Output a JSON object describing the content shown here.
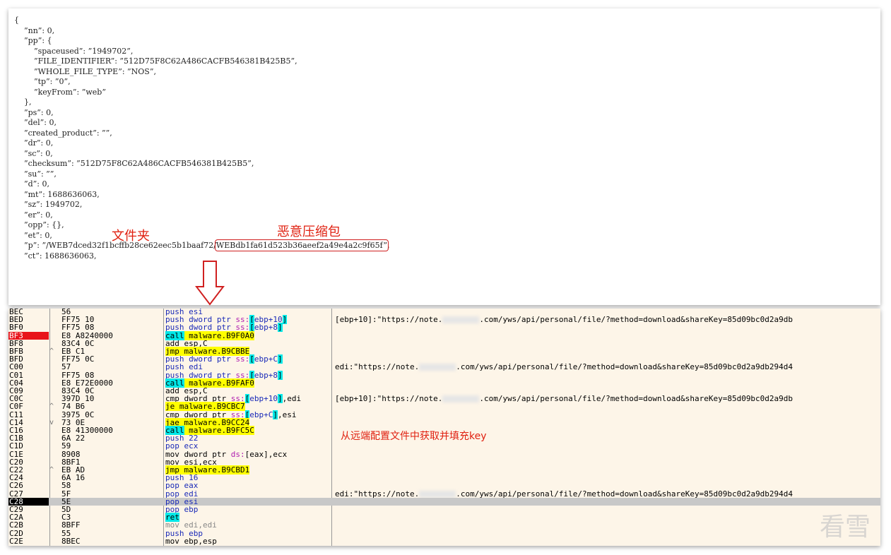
{
  "json_view": {
    "lines": [
      "{",
      "    ”nn”: 0,",
      "    ”pp”: {",
      "        ”spaceused”: ”1949702”,",
      "        ”FILE_IDENTIFIER”: ”512D75F8C62A486CACFB546381B425B5”,",
      "        ”WHOLE_FILE_TYPE”: ”NOS”,",
      "        ”tp”: ”0”,",
      "        ”keyFrom”: ”web”",
      "    },",
      "    ”ps”: 0,",
      "    ”del”: 0,",
      "    ”created_product”: ””,",
      "    ”dr”: 0,",
      "    ”sc”: 0,",
      "    ”checksum”: ”512D75F8C62A486CACFB546381B425B5”,",
      "    ”su”: ””,",
      "    ”d”: 0,",
      "    ”mt”: 1688636063,",
      "    ”sz”: 1949702,",
      "    ”er”: 0,",
      "    ”opp”: {},",
      "    ”et”: 0,"
    ],
    "p_line": {
      "prefix": "    ”p”: ”/WEB7dced32f1bcffb28ce62eec5b1baaf72/",
      "boxed": "WEBdb1fa61d523b36aeef2a49e4a2c9f65f”",
      "suffix": ","
    },
    "ct_line": "    ”ct”: 1688636063,",
    "annotation_folder": "文件夹",
    "annotation_archive": "恶意压缩包"
  },
  "debugger": {
    "annotation": "从远端配置文件中获取并填充key",
    "watermark": "看雪",
    "rows": [
      {
        "addr": "BEC",
        "arrow": "",
        "bytes": "56",
        "asm": [
          [
            "push esi",
            "kw-blue"
          ]
        ],
        "cmt": []
      },
      {
        "addr": "BED",
        "arrow": "",
        "bytes": "FF75 10",
        "asm": [
          [
            "push dword ptr ",
            "kw-blue"
          ],
          [
            "ss:",
            "kw-mag"
          ],
          [
            "[",
            "hl-c"
          ],
          [
            "ebp+10",
            "kw-blue"
          ],
          [
            "]",
            "hl-c"
          ]
        ],
        "cmt": [
          [
            "[ebp+10]:\"https://note.",
            ""
          ],
          [
            "BLUR",
            ""
          ],
          [
            ".com/yws/api/personal/file/?method=download&shareKey=85d09bc0d2a9db",
            ""
          ]
        ]
      },
      {
        "addr": "BF0",
        "arrow": "",
        "bytes": "FF75 08",
        "asm": [
          [
            "push dword ptr ",
            "kw-blue"
          ],
          [
            "ss:",
            "kw-mag"
          ],
          [
            "[",
            "hl-c"
          ],
          [
            "ebp+8",
            "kw-blue"
          ],
          [
            "]",
            "hl-c"
          ]
        ],
        "cmt": []
      },
      {
        "addr": "BF3",
        "arrow": "",
        "bytes": "E8 A8240000",
        "asm": [
          [
            "call",
            "hl-c"
          ],
          [
            " malware.B9F0A0",
            "hl-y"
          ]
        ],
        "cmt": [],
        "mark": "bp"
      },
      {
        "addr": "BF8",
        "arrow": "",
        "bytes": "83C4 0C",
        "asm": [
          [
            "add esp,C",
            ""
          ]
        ],
        "cmt": []
      },
      {
        "addr": "BFB",
        "arrow": "^",
        "bytes": "EB C1",
        "asm": [
          [
            "jmp malware.B9CBBE",
            "hl-y"
          ]
        ],
        "cmt": []
      },
      {
        "addr": "BFD",
        "arrow": "",
        "bytes": "FF75 0C",
        "asm": [
          [
            "push dword ptr ",
            "kw-blue"
          ],
          [
            "ss:",
            "kw-mag"
          ],
          [
            "[",
            "hl-c"
          ],
          [
            "ebp+C",
            "kw-blue"
          ],
          [
            "]",
            "hl-c"
          ]
        ],
        "cmt": []
      },
      {
        "addr": "C00",
        "arrow": "",
        "bytes": "57",
        "asm": [
          [
            "push edi",
            "kw-blue"
          ]
        ],
        "cmt": [
          [
            "edi:\"https://note.",
            ""
          ],
          [
            "BLUR",
            ""
          ],
          [
            ".com/yws/api/personal/file/?method=download&shareKey=85d09bc0d2a9db294d4",
            ""
          ]
        ]
      },
      {
        "addr": "C01",
        "arrow": "",
        "bytes": "FF75 08",
        "asm": [
          [
            "push dword ptr ",
            "kw-blue"
          ],
          [
            "ss:",
            "kw-mag"
          ],
          [
            "[",
            "hl-c"
          ],
          [
            "ebp+8",
            "kw-blue"
          ],
          [
            "]",
            "hl-c"
          ]
        ],
        "cmt": []
      },
      {
        "addr": "C04",
        "arrow": "",
        "bytes": "E8 E72E0000",
        "asm": [
          [
            "call",
            "hl-c"
          ],
          [
            " malware.B9FAF0",
            "hl-y"
          ]
        ],
        "cmt": []
      },
      {
        "addr": "C09",
        "arrow": "",
        "bytes": "83C4 0C",
        "asm": [
          [
            "add esp,C",
            ""
          ]
        ],
        "cmt": []
      },
      {
        "addr": "C0C",
        "arrow": "",
        "bytes": "397D 10",
        "asm": [
          [
            "cmp dword ptr ",
            ""
          ],
          [
            "ss:",
            "kw-mag"
          ],
          [
            "[",
            "hl-c"
          ],
          [
            "ebp+10",
            "kw-blue"
          ],
          [
            "]",
            "hl-c"
          ],
          [
            ",edi",
            ""
          ]
        ],
        "cmt": [
          [
            "[ebp+10]:\"https://note.",
            ""
          ],
          [
            "BLUR",
            ""
          ],
          [
            ".com/yws/api/personal/file/?method=download&shareKey=85d09bc0d2a9db",
            ""
          ]
        ]
      },
      {
        "addr": "C0F",
        "arrow": "^",
        "bytes": "74 B6",
        "asm": [
          [
            "je malware.B9CBC7",
            "hl-y"
          ]
        ],
        "cmt": []
      },
      {
        "addr": "C11",
        "arrow": "",
        "bytes": "3975 0C",
        "asm": [
          [
            "cmp dword ptr ",
            ""
          ],
          [
            "ss:",
            "kw-mag"
          ],
          [
            "[",
            "hl-c"
          ],
          [
            "ebp+C",
            "kw-blue"
          ],
          [
            "]",
            "hl-c"
          ],
          [
            ",esi",
            ""
          ]
        ],
        "cmt": []
      },
      {
        "addr": "C14",
        "arrow": "v",
        "bytes": "73 0E",
        "asm": [
          [
            "jae malware.B9CC24",
            "hl-y"
          ]
        ],
        "cmt": []
      },
      {
        "addr": "C16",
        "arrow": "",
        "bytes": "E8 41300000",
        "asm": [
          [
            "call",
            "hl-c"
          ],
          [
            " malware.B9FC5C",
            "hl-y"
          ]
        ],
        "cmt": []
      },
      {
        "addr": "C1B",
        "arrow": "",
        "bytes": "6A 22",
        "asm": [
          [
            "push 22",
            "kw-blue"
          ]
        ],
        "cmt": []
      },
      {
        "addr": "C1D",
        "arrow": "",
        "bytes": "59",
        "asm": [
          [
            "pop ecx",
            "kw-blue"
          ]
        ],
        "cmt": []
      },
      {
        "addr": "C1E",
        "arrow": "",
        "bytes": "8908",
        "asm": [
          [
            "mov dword ptr ",
            ""
          ],
          [
            "ds:",
            "kw-mag"
          ],
          [
            "[eax],ecx",
            ""
          ]
        ],
        "cmt": []
      },
      {
        "addr": "C20",
        "arrow": "",
        "bytes": "8BF1",
        "asm": [
          [
            "mov esi,ecx",
            ""
          ]
        ],
        "cmt": []
      },
      {
        "addr": "C22",
        "arrow": "^",
        "bytes": "EB AD",
        "asm": [
          [
            "jmp malware.B9CBD1",
            "hl-y"
          ]
        ],
        "cmt": []
      },
      {
        "addr": "C24",
        "arrow": "",
        "bytes": "6A 16",
        "asm": [
          [
            "push 16",
            "kw-blue"
          ]
        ],
        "cmt": []
      },
      {
        "addr": "C26",
        "arrow": "",
        "bytes": "58",
        "asm": [
          [
            "pop eax",
            "kw-blue"
          ]
        ],
        "cmt": []
      },
      {
        "addr": "C27",
        "arrow": "",
        "bytes": "5F",
        "asm": [
          [
            "pop edi",
            "kw-blue"
          ]
        ],
        "cmt": [
          [
            "edi:\"https://note.",
            ""
          ],
          [
            "BLUR",
            ""
          ],
          [
            ".com/yws/api/personal/file/?method=download&shareKey=85d09bc0d2a9db294d4",
            ""
          ]
        ]
      },
      {
        "addr": "C28",
        "arrow": "",
        "bytes": "5E",
        "asm": [
          [
            "pop esi",
            "kw-blue"
          ]
        ],
        "cmt": [],
        "mark": "cur"
      },
      {
        "addr": "C29",
        "arrow": "",
        "bytes": "5D",
        "asm": [
          [
            "pop ebp",
            "kw-blue"
          ]
        ],
        "cmt": []
      },
      {
        "addr": "C2A",
        "arrow": "",
        "bytes": "C3",
        "asm": [
          [
            "ret",
            "hl-c"
          ]
        ],
        "cmt": []
      },
      {
        "addr": "C2B",
        "arrow": "",
        "bytes": "8BFF",
        "asm": [
          [
            "mov edi,edi",
            "gray"
          ]
        ],
        "cmt": []
      },
      {
        "addr": "C2D",
        "arrow": "",
        "bytes": "55",
        "asm": [
          [
            "push ebp",
            "kw-blue"
          ]
        ],
        "cmt": []
      },
      {
        "addr": "C2E",
        "arrow": "",
        "bytes": "8BEC",
        "asm": [
          [
            "mov ebp,esp",
            ""
          ]
        ],
        "cmt": []
      }
    ]
  }
}
